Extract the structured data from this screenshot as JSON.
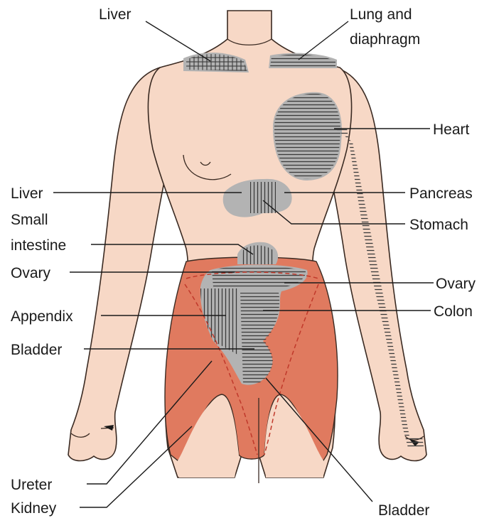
{
  "labels": {
    "liver_top": "Liver",
    "lung_line1": "Lung and",
    "lung_line2": "diaphragm",
    "heart": "Heart",
    "liver_mid": "Liver",
    "pancreas": "Pancreas",
    "small_intestine_line1": "Small",
    "small_intestine_line2": "intestine",
    "stomach": "Stomach",
    "ovary_left": "Ovary",
    "ovary_right": "Ovary",
    "appendix": "Appendix",
    "colon": "Colon",
    "bladder_left": "Bladder",
    "ureter": "Ureter",
    "kidney": "Kidney",
    "bladder_bottom": "Bladder"
  },
  "colors": {
    "skin": "#f7d8c6",
    "pelvic_region": "#e07a5f",
    "outline": "#3a2a22",
    "referred_area_gray": "#b3b3b3",
    "hatch": "#3a3a3a",
    "dashed_ureter": "#c0392b"
  }
}
